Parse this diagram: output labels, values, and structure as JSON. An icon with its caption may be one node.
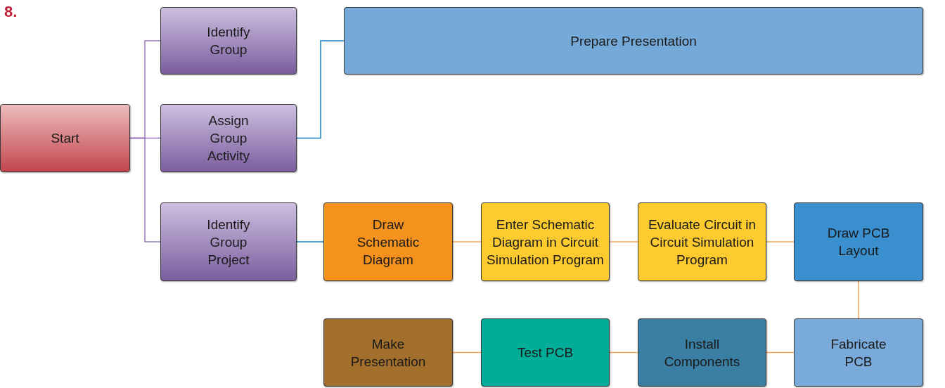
{
  "diagram": {
    "nodes": [
      {
        "text": [
          "Start"
        ]
      },
      {
        "text": [
          "Identify Group"
        ]
      },
      {
        "text": [
          "Assign Group Activity"
        ]
      },
      {
        "text": [
          "Identify Group Project"
        ]
      },
      {
        "text": [
          "Prepare Presentation"
        ]
      },
      {
        "text": [
          "Draw Schematic Diagram"
        ]
      },
      {
        "text": [
          "Enter Schematic Diagram in Circuit Simulation Program"
        ]
      },
      {
        "text": [
          "Evaluate Circuit in Circuit Simulation Program"
        ]
      },
      {
        "text": [
          "Draw PCB Layout"
        ]
      },
      {
        "text": [
          "Fabricate PCB"
        ]
      },
      {
        "text": [
          "Install Components"
        ]
      },
      {
        "text": [
          "Test PCB"
        ]
      },
      {
        "text": [
          "Make Presentation"
        ]
      }
    ],
    "edges": [
      {
        "from": 0,
        "to": 1,
        "arrow": "none",
        "color": "#9a7ac0"
      },
      {
        "from": 0,
        "to": 2,
        "arrow": "none",
        "color": "#9a7ac0"
      },
      {
        "from": 0,
        "to": 3,
        "arrow": "none",
        "color": "#9a7ac0"
      },
      {
        "from": 2,
        "to": 4,
        "arrow": "none",
        "color": "#1a7fc0"
      },
      {
        "from": 3,
        "to": 5,
        "arrow": "none",
        "color": "#1a7fc0"
      },
      {
        "from": 5,
        "to": 6,
        "arrow": "none"
      },
      {
        "from": 6,
        "to": 7,
        "arrow": "none"
      },
      {
        "from": 7,
        "to": 8,
        "arrow": "none"
      },
      {
        "from": 8,
        "to": 9,
        "arrow": "none"
      },
      {
        "from": 9,
        "to": 10,
        "arrow": "none"
      },
      {
        "from": 10,
        "to": 11,
        "arrow": "none"
      },
      {
        "from": 11,
        "to": 12,
        "arrow": "none"
      }
    ],
    "labels": [
      "8."
    ]
  }
}
